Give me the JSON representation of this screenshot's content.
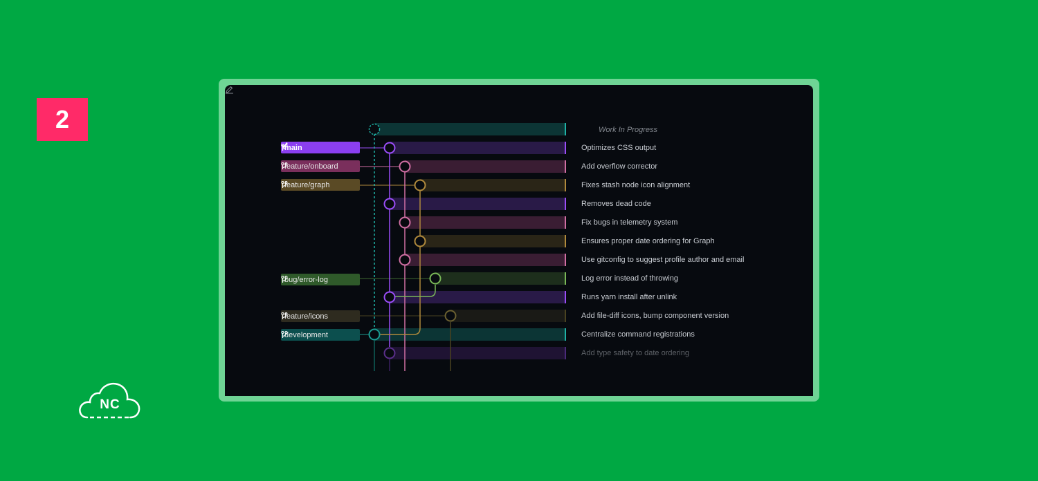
{
  "step_number": "2",
  "logo_text": "NC",
  "wip_label": "Work In Progress",
  "branches": [
    {
      "name": "main",
      "checked": true,
      "color": "#8b3ff0"
    },
    {
      "name": "feature/onboard",
      "color": "#7a2f5c"
    },
    {
      "name": "feature/graph",
      "color": "#5a4a25"
    },
    {
      "name": "bug/error-log",
      "color": "#2f5a2a"
    },
    {
      "name": "feature/icons",
      "color": "#2e2b1f"
    },
    {
      "name": "development",
      "color": "#0c4f4e"
    }
  ],
  "commits": [
    {
      "message": "Optimizes CSS output",
      "lane_color": "#9a4df7"
    },
    {
      "message": "Add overflow corrector",
      "lane_color": "#d06fa3"
    },
    {
      "message": "Fixes stash node icon alignment",
      "lane_color": "#b08a3c"
    },
    {
      "message": "Removes dead code",
      "lane_color": "#9a4df7"
    },
    {
      "message": "Fix bugs in telemetry system",
      "lane_color": "#d06fa3"
    },
    {
      "message": "Ensures proper date ordering for Graph",
      "lane_color": "#b08a3c"
    },
    {
      "message": "Use gitconfig to suggest profile author and email",
      "lane_color": "#d06fa3"
    },
    {
      "message": "Log error instead of throwing",
      "lane_color": "#7ab858"
    },
    {
      "message": "Runs yarn install after unlink",
      "lane_color": "#9a4df7"
    },
    {
      "message": "Add file-diff icons, bump component version",
      "lane_color": "#6b6030"
    },
    {
      "message": "Centralize command registrations",
      "lane_color": "#1b9c92"
    },
    {
      "message": "Add type safety to date ordering",
      "lane_color": "#5a2f8a"
    }
  ]
}
